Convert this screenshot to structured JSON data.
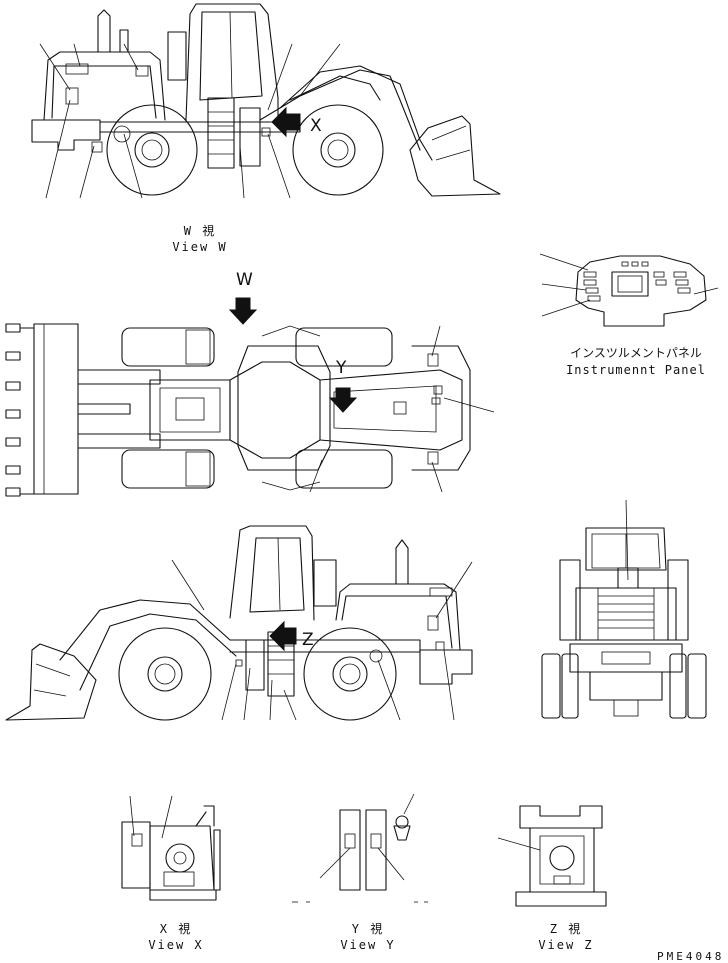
{
  "labels": {
    "w_jp": "W 視",
    "w_en": "View W",
    "panel_jp": "インスツルメントパネル",
    "panel_en": "Instrumennt Panel",
    "x_jp": "X 視",
    "x_en": "View X",
    "y_jp": "Y 視",
    "y_en": "View Y",
    "z_jp": "Z 視",
    "z_en": "View Z"
  },
  "arrows": {
    "x": "X",
    "w": "W",
    "y": "Y",
    "z": "Z"
  },
  "drawing_code": "PME4048"
}
